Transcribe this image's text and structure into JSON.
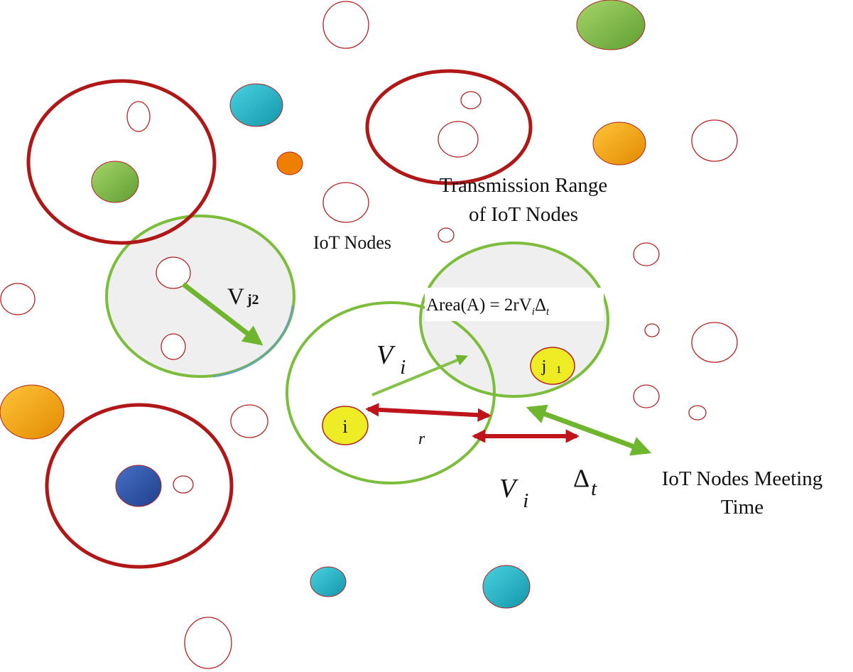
{
  "labels": {
    "transmission_range_line1": "Transmission Range",
    "transmission_range_line2": "of IoT Nodes",
    "iot_nodes": "IoT Nodes",
    "area_formula": "Area(A) = 2rV",
    "area_sub_i": "i",
    "area_delta": "Δ",
    "area_sub_t": "t",
    "velocity_j2_main": "V",
    "velocity_j2_sub": "j2",
    "velocity_i_main": "V",
    "velocity_i_sub": "i",
    "radius": "r",
    "velocity_bottom_main": "V",
    "velocity_bottom_sub": "i",
    "delta_main": "Δ",
    "delta_sub": "t",
    "meeting_line1": "IoT Nodes Meeting",
    "meeting_line2": "Time",
    "node_i": "i",
    "node_j1_main": "j",
    "node_j1_sub": "1"
  },
  "colors": {
    "red_range": "#b01818",
    "green_range": "#7cbd3c",
    "green_arrow": "#6fb52e",
    "red_arrow": "#c0141c",
    "node_green": "#78b84a",
    "node_cyan": "#1fb6c8",
    "node_orange": "#f2a20c",
    "node_dark_orange": "#ee7f00",
    "node_blue": "#2a4fa6",
    "node_yellow": "#eeec24"
  }
}
